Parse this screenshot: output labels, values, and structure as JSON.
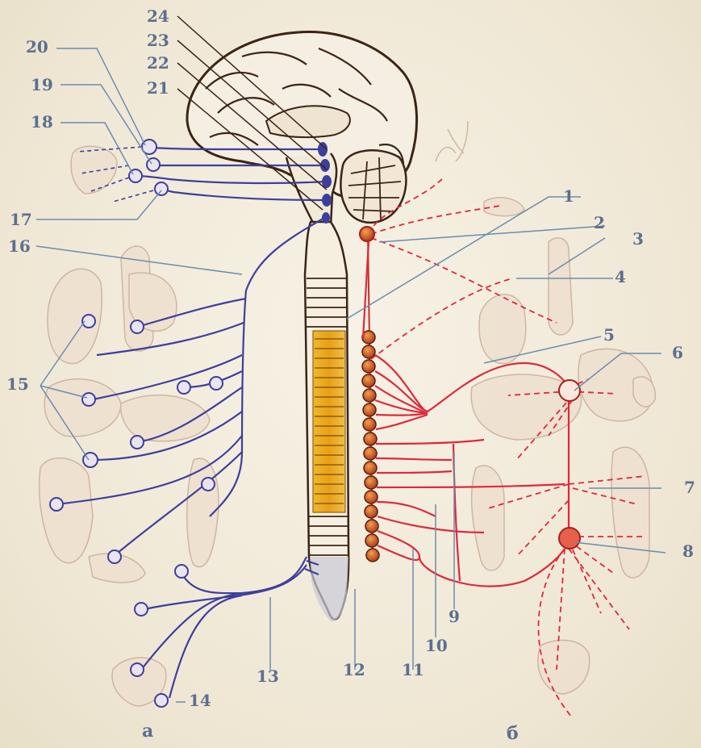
{
  "diagram": {
    "colors": {
      "parasympathetic": "#3d3f9e",
      "sympathetic": "#e0283a",
      "label": "#5b6f8f",
      "outline": "#3b2415",
      "cord_highlight": "#e8a312",
      "organ_fill": "#efe2d2"
    },
    "labels": {
      "l1": "1",
      "l2": "2",
      "l3": "3",
      "l4": "4",
      "l5": "5",
      "l6": "6",
      "l7": "7",
      "l8": "8",
      "l9": "9",
      "l10": "10",
      "l11": "11",
      "l12": "12",
      "l13": "13",
      "l14": "14",
      "l15": "15",
      "l16": "16",
      "l17": "17",
      "l18": "18",
      "l19": "19",
      "l20": "20",
      "l21": "21",
      "l22": "22",
      "l23": "23",
      "l24": "24"
    },
    "side_labels": {
      "left": "а",
      "right": "б"
    }
  }
}
